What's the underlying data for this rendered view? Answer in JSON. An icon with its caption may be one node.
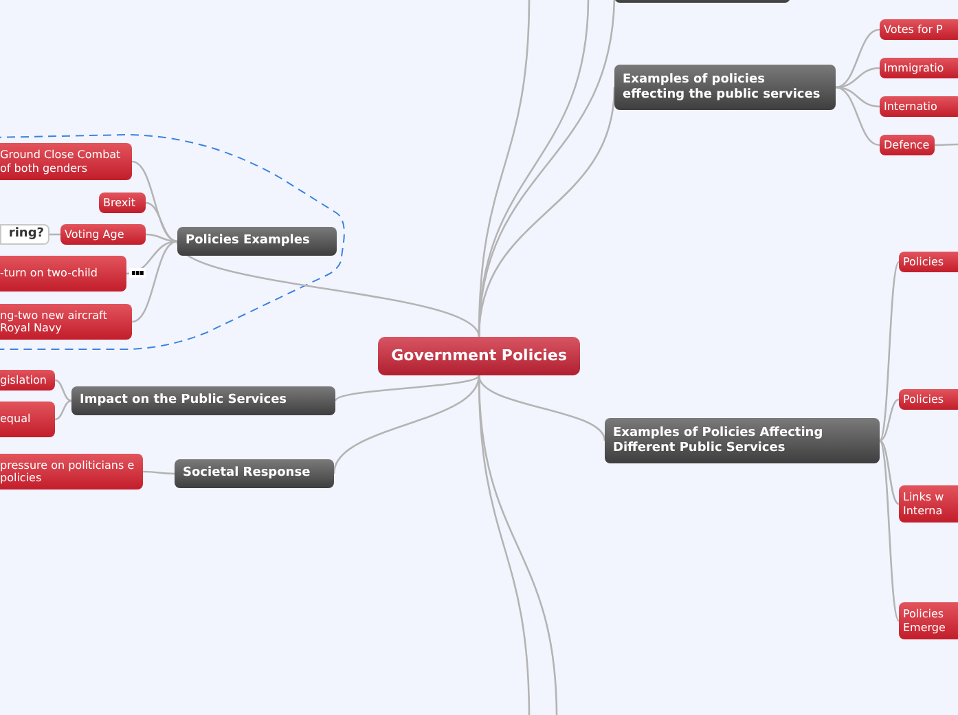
{
  "diagram": {
    "nodes": [
      {
        "text": [
          "Government Policies"
        ]
      },
      {
        "text": [
          "Policies Examples"
        ]
      },
      {
        "text": [
          "Ground Close Combat of both genders"
        ]
      },
      {
        "text": [
          "Brexit"
        ]
      },
      {
        "text": [
          "Voting Age"
        ]
      },
      {
        "text": [
          "ring?"
        ]
      },
      {
        "text": [
          "-turn on two-child"
        ]
      },
      {
        "text": [
          "ng-two new aircraft Royal Navy"
        ]
      },
      {
        "text": [
          "Impact on the Public Services"
        ]
      },
      {
        "text": [
          "gislation"
        ]
      },
      {
        "text": [
          "equal"
        ]
      },
      {
        "text": [
          "Societal Response"
        ]
      },
      {
        "text": [
          "pressure on politicians e policies"
        ]
      },
      {
        "text": [],
        "shape": "box"
      },
      {
        "text": [
          "Examples of policies effecting the public services"
        ]
      },
      {
        "text": [
          "Votes for P"
        ]
      },
      {
        "text": [
          "Immigratio"
        ]
      },
      {
        "text": [
          "Internatio"
        ]
      },
      {
        "text": [
          "Defence"
        ]
      },
      {
        "text": [
          "Examples of Policies Affecting Different Public Services"
        ]
      },
      {
        "text": [
          "Policies"
        ]
      },
      {
        "text": [
          "Policies"
        ]
      },
      {
        "text": [
          "Links w Interna"
        ]
      },
      {
        "text": [
          "Policies Emerge"
        ]
      }
    ],
    "edges": [
      {
        "from": 0,
        "to": 1,
        "arrow": "none"
      },
      {
        "from": 0,
        "to": 8,
        "arrow": "none"
      },
      {
        "from": 0,
        "to": 11,
        "arrow": "none"
      },
      {
        "from": 0,
        "to": 13,
        "arrow": "none"
      },
      {
        "from": 0,
        "to": 14,
        "arrow": "none"
      },
      {
        "from": 0,
        "to": 19,
        "arrow": "none"
      },
      {
        "from": 0,
        "to": null,
        "arrow": "none"
      },
      {
        "from": 0,
        "to": null,
        "arrow": "none"
      },
      {
        "from": 0,
        "to": null,
        "arrow": "none"
      },
      {
        "from": 0,
        "to": null,
        "arrow": "none"
      },
      {
        "from": 1,
        "to": 2,
        "arrow": "none"
      },
      {
        "from": 1,
        "to": 3,
        "arrow": "none"
      },
      {
        "from": 1,
        "to": 4,
        "arrow": "none"
      },
      {
        "from": 1,
        "to": 6,
        "arrow": "none"
      },
      {
        "from": 1,
        "to": 7,
        "arrow": "none"
      },
      {
        "from": 4,
        "to": 5,
        "arrow": "none"
      },
      {
        "from": 8,
        "to": 9,
        "arrow": "none"
      },
      {
        "from": 8,
        "to": 10,
        "arrow": "none"
      },
      {
        "from": 11,
        "to": 12,
        "arrow": "none"
      },
      {
        "from": 14,
        "to": 15,
        "arrow": "none"
      },
      {
        "from": 14,
        "to": 16,
        "arrow": "none"
      },
      {
        "from": 14,
        "to": 17,
        "arrow": "none"
      },
      {
        "from": 14,
        "to": 18,
        "arrow": "none"
      },
      {
        "from": 18,
        "to": null,
        "arrow": "none"
      },
      {
        "from": 19,
        "to": 20,
        "arrow": "none"
      },
      {
        "from": 19,
        "to": 21,
        "arrow": "none"
      },
      {
        "from": 19,
        "to": 22,
        "arrow": "none"
      },
      {
        "from": 19,
        "to": 23,
        "arrow": "none"
      }
    ]
  }
}
